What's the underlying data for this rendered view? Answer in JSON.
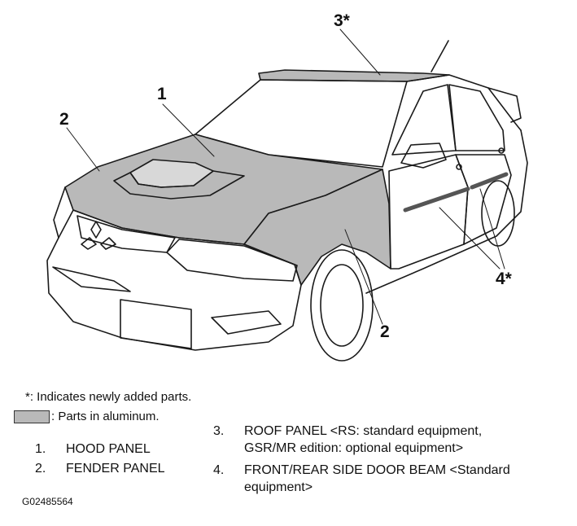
{
  "callouts": {
    "hood": "1",
    "fender_left": "2",
    "fender_right": "2",
    "roof": "3*",
    "door_beam": "4*"
  },
  "notes": {
    "asterisk": "*: Indicates newly added parts.",
    "aluminum": ": Parts in aluminum."
  },
  "legend": [
    {
      "num": "1.",
      "text": "HOOD PANEL"
    },
    {
      "num": "2.",
      "text": "FENDER PANEL"
    },
    {
      "num": "3.",
      "text": "ROOF PANEL <RS: standard equipment,\nGSR/MR edition: optional equipment>"
    },
    {
      "num": "4.",
      "text": "FRONT/REAR SIDE DOOR BEAM <Standard\nequipment>"
    }
  ],
  "figure_id": "G02485564",
  "colors": {
    "aluminum_fill": "#b9b9b9",
    "line": "#1a1a1a"
  }
}
